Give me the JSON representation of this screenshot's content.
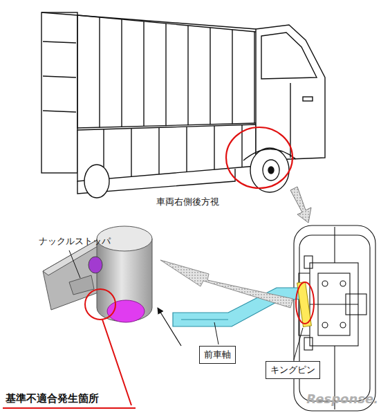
{
  "diagram": {
    "nodes": [
      {
        "text": [
          "前車軸"
        ]
      },
      {
        "text": [
          "キングピン"
        ]
      }
    ],
    "labels": [
      "車両右側後方視",
      "ナックルストッパ",
      "基準不適合発生箇所",
      "Response."
    ]
  }
}
